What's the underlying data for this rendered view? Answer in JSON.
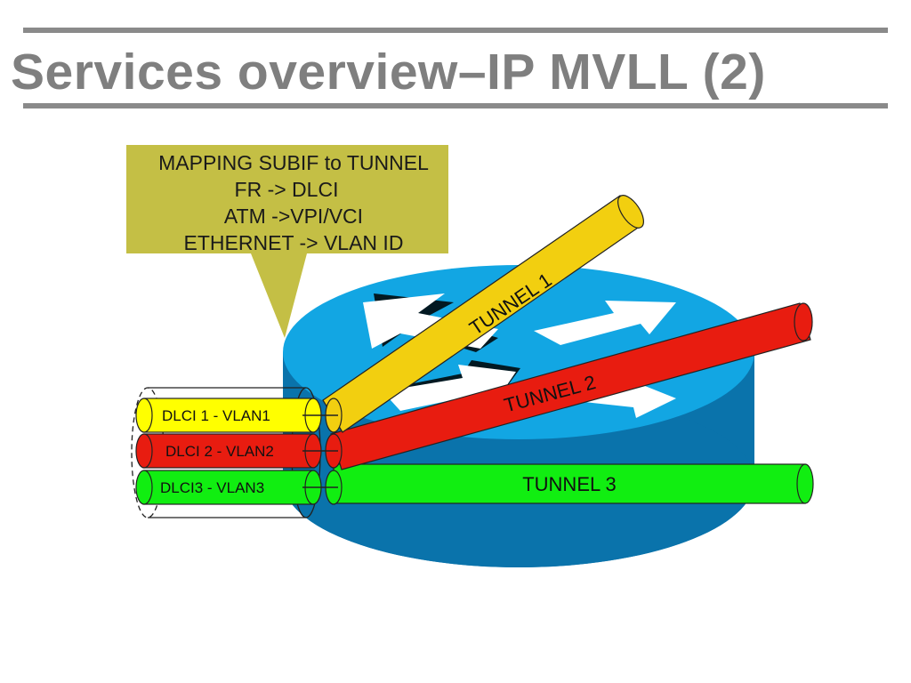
{
  "title": "Services overview–IP MVLL (2)",
  "callout": {
    "lines": [
      "MAPPING SUBIF to TUNNEL",
      "FR  -> DLCI",
      "ATM ->VPI/VCI",
      "ETHERNET -> VLAN ID"
    ]
  },
  "circuits": [
    {
      "label": "DLCI 1 - VLAN1",
      "color": "#ffff00"
    },
    {
      "label": "DLCI 2 - VLAN2",
      "color": "#e81c10"
    },
    {
      "label": "DLCI3 - VLAN3",
      "color": "#11ee11"
    }
  ],
  "tunnels": [
    {
      "label": "TUNNEL 1",
      "color": "#f2cf10"
    },
    {
      "label": "TUNNEL 2",
      "color": "#e81c10"
    },
    {
      "label": "TUNNEL 3",
      "color": "#11ee11"
    }
  ],
  "colors": {
    "title": "#7f7f7f",
    "rules": "#8a8a8a",
    "callout_bg": "#c4bf45",
    "router_top": "#12a6e3",
    "router_side": "#0a73ab",
    "router_arrows": "#ffffff"
  },
  "icons": {
    "router": "router-icon"
  }
}
